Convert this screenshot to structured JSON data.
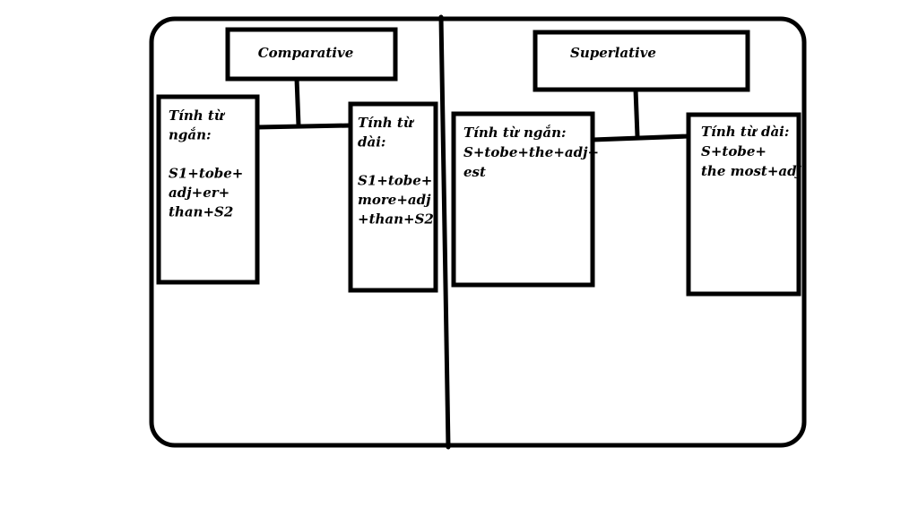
{
  "comparative": {
    "title": "Comparative",
    "short": {
      "lines": [
        "Tính từ",
        "ngắn:",
        "",
        "S1+tobe+",
        "adj+er+",
        "than+S2"
      ]
    },
    "long": {
      "lines": [
        "Tính từ",
        "dài:",
        "",
        "S1+tobe+",
        "more+adj",
        "+than+S2"
      ]
    }
  },
  "superlative": {
    "title": "Superlative",
    "short": {
      "lines": [
        "Tính từ ngắn:",
        "S+tobe+the+adj+",
        "est"
      ]
    },
    "long": {
      "lines": [
        "Tính từ dài:",
        "S+tobe+",
        "the most+adj"
      ]
    }
  }
}
